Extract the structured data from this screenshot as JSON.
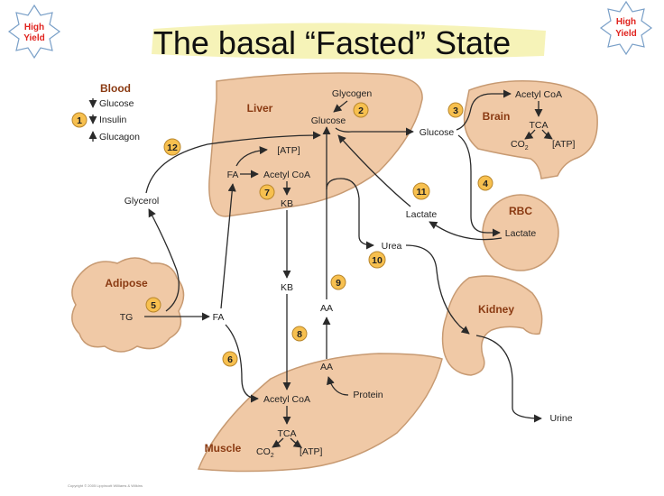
{
  "title": "The basal “Fasted” State",
  "badge": {
    "line1": "High",
    "line2": "Yield"
  },
  "blood": {
    "heading": "Blood",
    "items": [
      {
        "label": "Glucose",
        "direction": "down"
      },
      {
        "label": "Insulin",
        "direction": "down"
      },
      {
        "label": "Glucagon",
        "direction": "up"
      }
    ]
  },
  "organs": {
    "liver": "Liver",
    "brain": "Brain",
    "rbc": "RBC",
    "adipose": "Adipose",
    "kidney": "Kidney",
    "muscle": "Muscle"
  },
  "labels": {
    "glycogen": "Glycogen",
    "glucose_liver": "Glucose",
    "atp_liver": "[ATP]",
    "fa_liver": "FA",
    "acetyl_coa_liver": "Acetyl CoA",
    "kb_liver": "KB",
    "glucose_blood": "Glucose",
    "acetyl_coa_brain": "Acetyl CoA",
    "tca_brain": "TCA",
    "co2_brain": "CO",
    "co2_sub": "2",
    "atp_brain": "[ATP]",
    "glycerol": "Glycerol",
    "lactate_blood": "Lactate",
    "lactate_rbc": "Lactate",
    "urea": "Urea",
    "kb_blood": "KB",
    "aa_blood": "AA",
    "tg": "TG",
    "fa_blood": "FA",
    "aa_muscle": "AA",
    "protein": "Protein",
    "acetyl_coa_muscle": "Acetyl CoA",
    "tca_muscle": "TCA",
    "co2_muscle": "CO",
    "atp_muscle": "[ATP]",
    "urine": "Urine"
  },
  "steps": [
    "1",
    "2",
    "3",
    "4",
    "5",
    "6",
    "7",
    "8",
    "9",
    "10",
    "11",
    "12"
  ],
  "colors": {
    "organ_fill": "#f0c9a6",
    "organ_label": "#8a3a12",
    "step_fill": "#f7c04f",
    "title_highlight": "#f6f3b8",
    "badge_text": "#e0231e"
  },
  "footer": "Copyright © 2005 Lippincott Williams & Wilkins"
}
